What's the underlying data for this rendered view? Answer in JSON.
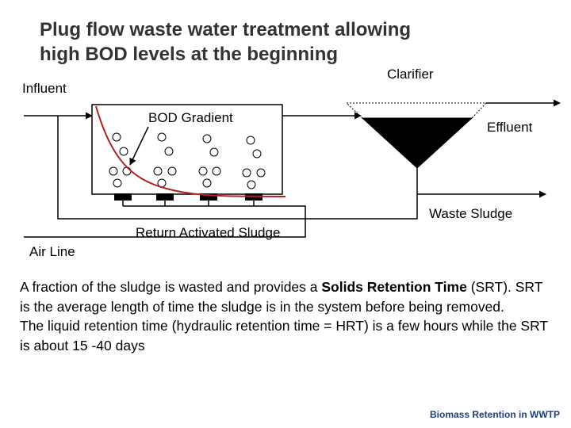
{
  "title": {
    "line1": "Plug flow waste water treatment allowing",
    "line2": "high BOD levels at the beginning"
  },
  "labels": {
    "clarifier": "Clarifier",
    "influent": "Influent",
    "bod_gradient": "BOD Gradient",
    "effluent": "Effluent",
    "waste_sludge": "Waste Sludge",
    "return_activated_sludge": "Return Activated Sludge",
    "air_line": "Air Line"
  },
  "body": {
    "p1_before": "A fraction of the sludge is wasted and provides a ",
    "p1_bold": "Solids Retention Time",
    "p1_after": " (SRT). SRT is the average length of time the sludge is in the system before being removed.",
    "p2": "The liquid retention time (hydraulic retention time = HRT) is a few hours while the SRT is about 15 -40 days"
  },
  "footer": "Biomass Retention in WWTP",
  "colors": {
    "curve": "#b22222",
    "footer": "#1f3f7f",
    "title": "#333333"
  }
}
